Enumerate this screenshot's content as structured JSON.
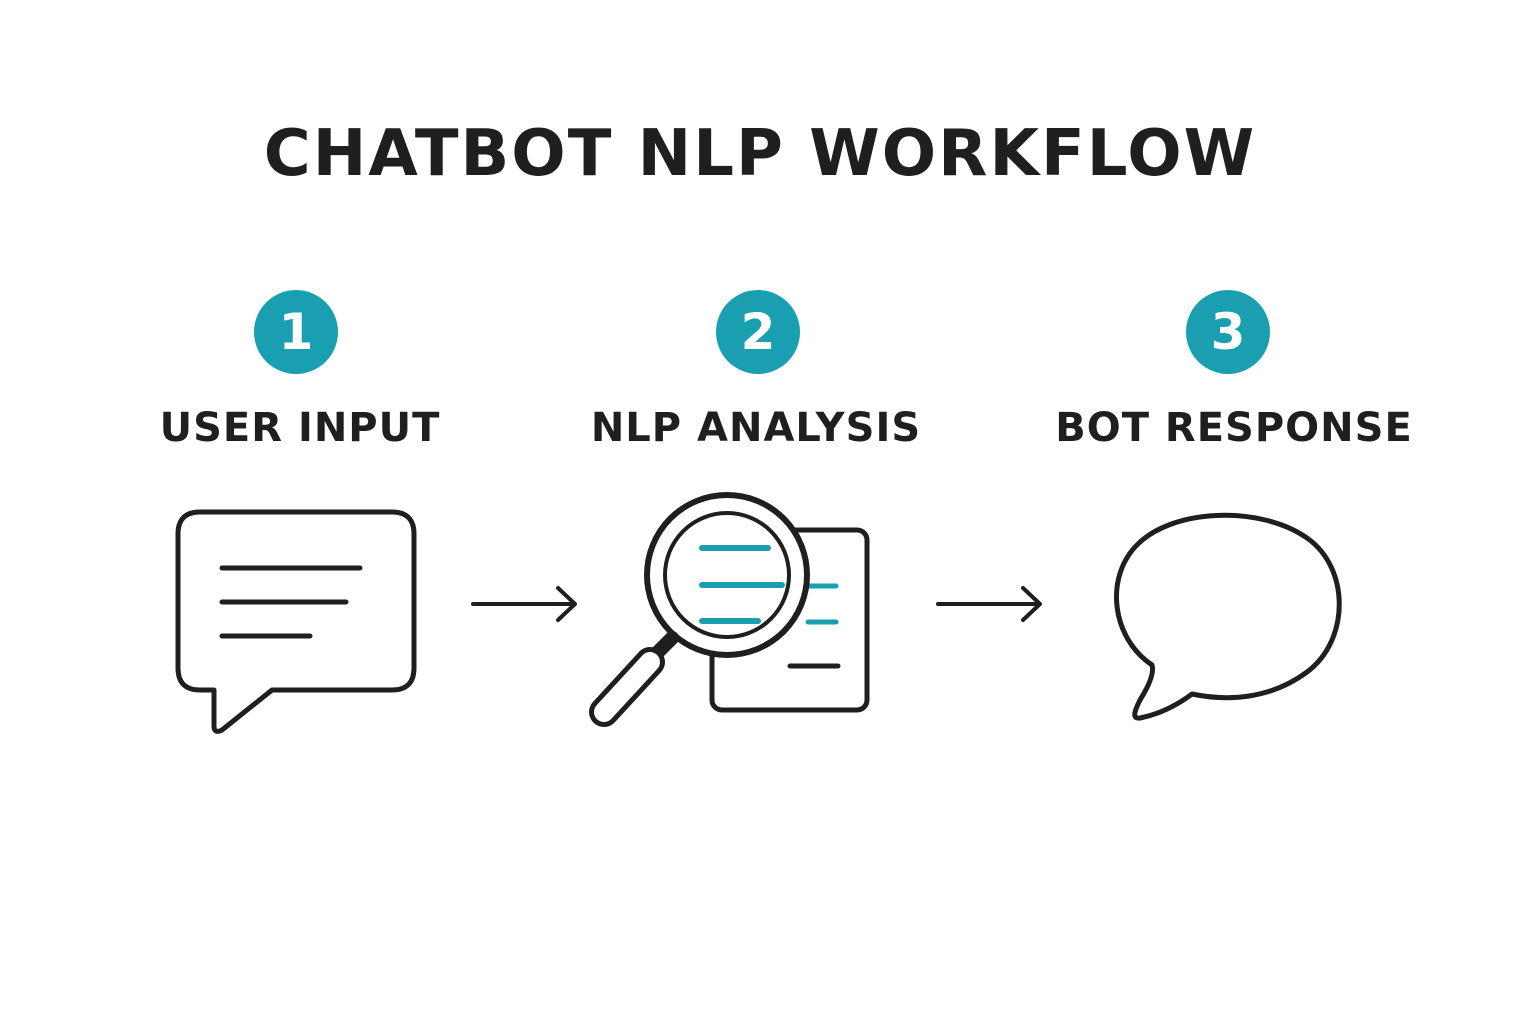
{
  "title": "CHATBOT NLP WORKFLOW",
  "colors": {
    "accent": "#1a9fb0",
    "ink": "#1f1f1f",
    "background": "#ffffff"
  },
  "steps": [
    {
      "number": "1",
      "label": "USER INPUT",
      "icon": "chat-bubble-lines-icon"
    },
    {
      "number": "2",
      "label": "NLP ANALYSIS",
      "icon": "magnifier-document-icon"
    },
    {
      "number": "3",
      "label": "BOT RESPONSE",
      "icon": "speech-bubble-icon"
    }
  ],
  "connectors": [
    {
      "from": "1",
      "to": "2",
      "icon": "arrow-right-icon"
    },
    {
      "from": "2",
      "to": "3",
      "icon": "arrow-right-icon"
    }
  ]
}
